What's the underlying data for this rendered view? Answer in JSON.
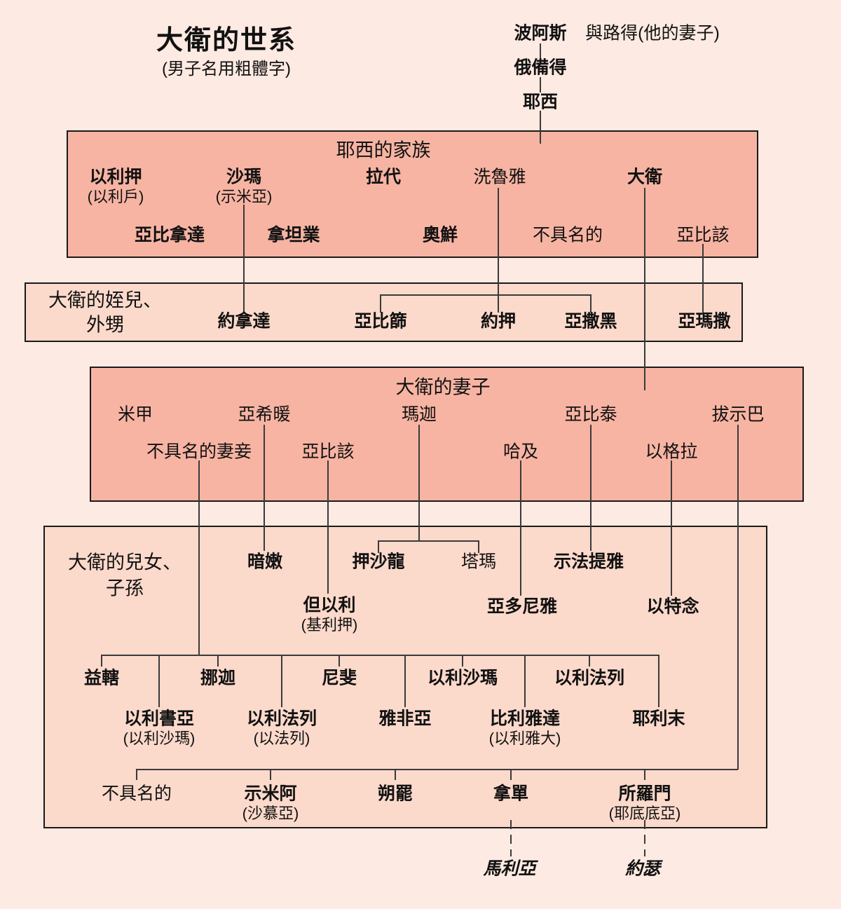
{
  "title": {
    "text": "大衛的世系",
    "subtitle": "(男子名用粗體字)"
  },
  "ancestors": {
    "boaz": {
      "name": "波阿斯"
    },
    "ruth_note": "與路得(他的妻子)",
    "obed": {
      "name": "俄備得"
    },
    "jesse": {
      "name": "耶西"
    }
  },
  "jesse_family": {
    "header": "耶西的家族",
    "row1": [
      {
        "name": "以利押",
        "alt": "(以利戶)"
      },
      {
        "name": "沙瑪",
        "alt": "(示米亞)"
      },
      {
        "name": "拉代"
      },
      {
        "name": "洗魯雅"
      },
      {
        "name": "大衛"
      }
    ],
    "row2": [
      {
        "name": "亞比拿達"
      },
      {
        "name": "拿坦業"
      },
      {
        "name": "奧鮮"
      },
      {
        "name": "不具名的"
      },
      {
        "name": "亞比該"
      }
    ]
  },
  "nephews": {
    "label_line1": "大衛的姪兒、",
    "label_line2": "外甥",
    "row": [
      {
        "name": "約拿達"
      },
      {
        "name": "亞比篩"
      },
      {
        "name": "約押"
      },
      {
        "name": "亞撒黑"
      },
      {
        "name": "亞瑪撒"
      }
    ]
  },
  "wives": {
    "header": "大衛的妻子",
    "row1": [
      {
        "name": "米甲"
      },
      {
        "name": "亞希暖"
      },
      {
        "name": "瑪迦"
      },
      {
        "name": "亞比泰"
      },
      {
        "name": "拔示巴"
      }
    ],
    "row2": [
      {
        "name": "不具名的妻妾"
      },
      {
        "name": "亞比該"
      },
      {
        "name": "哈及"
      },
      {
        "name": "以格拉"
      }
    ]
  },
  "children": {
    "label_line1": "大衛的兒女、",
    "label_line2": "子孫",
    "gen1": [
      {
        "name": "暗嫩"
      },
      {
        "name": "押沙龍"
      },
      {
        "name": "塔瑪"
      },
      {
        "name": "示法提雅"
      },
      {
        "name": "但以利",
        "alt": "(基利押)"
      },
      {
        "name": "亞多尼雅"
      },
      {
        "name": "以特念"
      }
    ],
    "group_row1": [
      {
        "name": "益轄"
      },
      {
        "name": "挪迦"
      },
      {
        "name": "尼斐"
      },
      {
        "name": "以利沙瑪"
      },
      {
        "name": "以利法列"
      }
    ],
    "group_row2": [
      {
        "name": "以利書亞",
        "alt": "(以利沙瑪)"
      },
      {
        "name": "以利法列",
        "alt": "(以法列)"
      },
      {
        "name": "雅非亞"
      },
      {
        "name": "比利雅達",
        "alt": "(以利雅大)"
      },
      {
        "name": "耶利末"
      }
    ],
    "bathsheba_row": [
      {
        "name": "不具名的"
      },
      {
        "name": "示米阿",
        "alt": "(沙慕亞)"
      },
      {
        "name": "朔罷"
      },
      {
        "name": "拿單"
      },
      {
        "name": "所羅門",
        "alt": "(耶底底亞)"
      }
    ]
  },
  "descendants": {
    "mary": "馬利亞",
    "joseph": "約瑟"
  },
  "colors": {
    "background": "#FDEAE2",
    "box_dark": "#F7B4A3",
    "box_light": "#FBD9CB",
    "line": "#3A3A3A",
    "border": "#1A1A1A",
    "text": "#111111"
  }
}
